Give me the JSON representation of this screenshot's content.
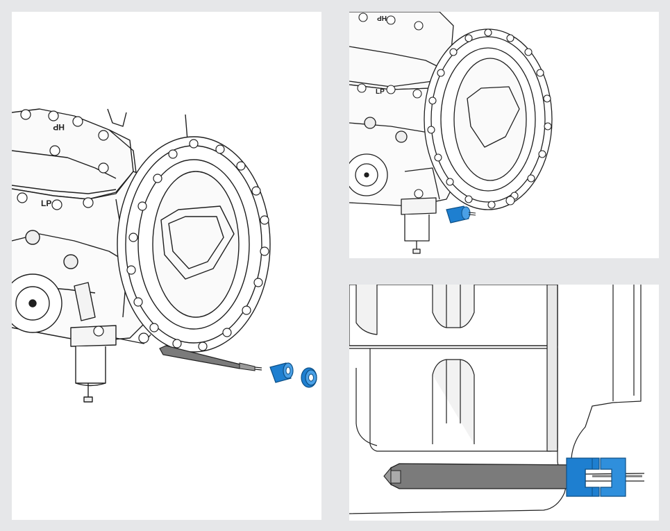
{
  "figure": {
    "panels": [
      {
        "id": "exploded-view",
        "markings": {
          "hp": "HP",
          "lp": "LP"
        }
      },
      {
        "id": "installed-view",
        "markings": {
          "hp": "HP",
          "lp": "LP"
        }
      },
      {
        "id": "section-detail"
      }
    ]
  },
  "colors": {
    "background": "#e6e7e9",
    "panel": "#ffffff",
    "line": "#1f1f1f",
    "sensor_rod": "#7b7b7b",
    "blue_parts": "#1e7fd0"
  },
  "icons": [
    "compressor-illustration",
    "sensor-rod",
    "blue-adapter",
    "blue-ring",
    "flange-bolt"
  ]
}
